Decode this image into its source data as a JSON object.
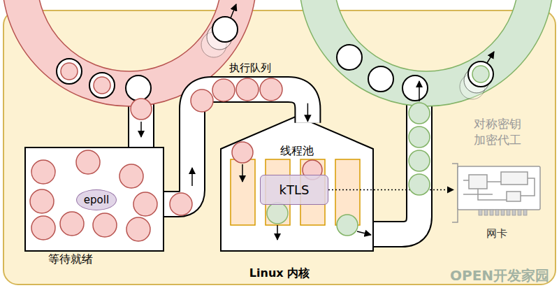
{
  "diagram": {
    "nodes": [
      {
        "text": [
          "Linux 内核"
        ]
      },
      {
        "text": [
          "等待就绪"
        ],
        "in": 0
      },
      {
        "text": [
          "epoll"
        ],
        "in": 1
      },
      {
        "text": [
          "线程池"
        ],
        "in": 0
      },
      {
        "text": [
          "kTLS"
        ],
        "in": 3
      },
      {
        "text": [
          "网卡"
        ],
        "in": 0
      }
    ],
    "edges": [
      {
        "from": 1,
        "to": 3,
        "arrow": "to",
        "label": "执行队列"
      },
      {
        "from": 4,
        "to": 5,
        "arrow": "to"
      }
    ],
    "labels": [
      "对称密钥 加密代工",
      "OPEN开发家园"
    ]
  }
}
